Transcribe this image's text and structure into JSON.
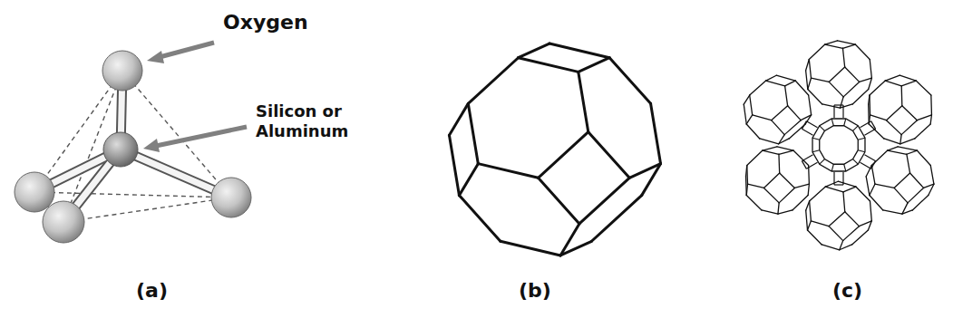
{
  "diagram": {
    "labels": [
      "Oxygen",
      "Silicon or Aluminum",
      "(a)",
      "(b)",
      "(c)"
    ]
  }
}
